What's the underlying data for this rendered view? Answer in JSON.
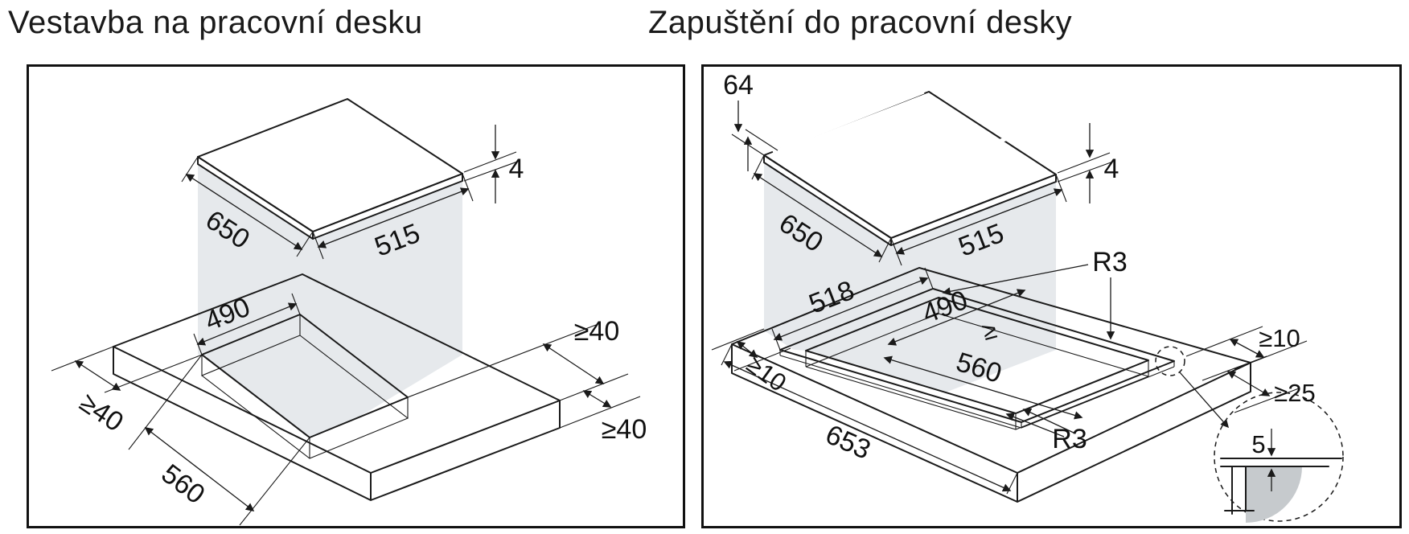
{
  "left_panel": {
    "title": "Vestavba na pracovní desku",
    "dims": {
      "cooktop_width": "650",
      "cooktop_depth": "515",
      "cooktop_thickness": "4",
      "cutout_depth": "490",
      "cutout_width": "560",
      "clearance_left": "≥40",
      "clearance_right_top": "≥40",
      "clearance_right_bottom": "≥40"
    }
  },
  "right_panel": {
    "title": "Zapuštění do pracovní desky",
    "dims": {
      "edge_offset": "64",
      "cooktop_width": "650",
      "cooktop_depth": "515",
      "cooktop_thickness": "4",
      "recess_depth": "518",
      "corner_radius_top": "R3",
      "cutout_depth": "490",
      "cutout_geq": "≥",
      "cutout_width": "560",
      "recess_width": "653",
      "clearance_left": "≥10",
      "clearance_right": "≥10",
      "clearance_edge": "≥25",
      "corner_radius_bottom": "R3",
      "step_height": "5"
    }
  },
  "colors": {
    "line": "#1a1a1a",
    "cooktop": "#131313",
    "band": "#e6e9ec",
    "detail_shade": "#c6cacd"
  }
}
